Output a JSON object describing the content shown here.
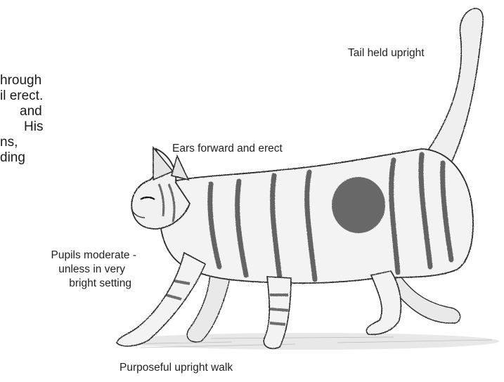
{
  "intro_text_fragments": [
    "hrough",
    "il erect.",
    "and",
    "His",
    "ns,",
    "ding"
  ],
  "labels": {
    "tail": "Tail held upright",
    "ears": "Ears forward and erect",
    "pupils": [
      "Pupils moderate -",
      "unless in very",
      "bright setting"
    ],
    "walk": "Purposeful upright walk"
  },
  "illustration": {
    "subject": "cat-walking-sketch",
    "ink_color": "#2a2a2a"
  }
}
